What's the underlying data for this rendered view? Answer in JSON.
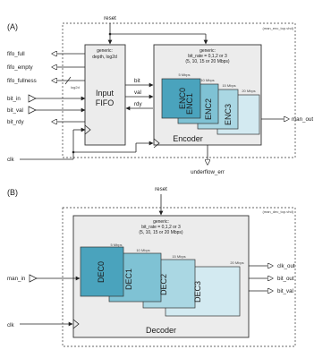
{
  "panel_a": {
    "tag": "(A)",
    "file_label": "(man_enc_top.vhd)",
    "reset": "reset",
    "clk": "clk",
    "left_ports": [
      "fifo_full",
      "fifo_empty",
      "fifo_fullness",
      "bit_in",
      "bit_val",
      "bit_rdy"
    ],
    "log2d": "log2d",
    "fifo_generic": "generic:",
    "fifo_generic_params": "depth, log2d",
    "fifo_line1": "Input",
    "fifo_line2": "FIFO",
    "mid_signals": [
      "bit",
      "val",
      "rdy"
    ],
    "enc_generic": "generic:",
    "enc_generic_line1": "bit_rate = 0,1,2 or 3",
    "enc_generic_line2": "(5, 10, 15 or 20 Mbps)",
    "rates": [
      "5 Mbps",
      "10 Mbps",
      "15 Mbps",
      "20 Mbps"
    ],
    "enc_cards": [
      "ENC0",
      "ENC1",
      "ENC2",
      "ENC3"
    ],
    "encoder_name": "Encoder",
    "output": "man_out",
    "underflow": "underflow_err"
  },
  "panel_b": {
    "tag": "(B)",
    "file_label": "(man_dec_top.vhd)",
    "reset": "reset",
    "clk": "clk",
    "input": "man_in",
    "dec_generic": "generic:",
    "dec_generic_line1": "bit_rate = 0,1,2 or 3",
    "dec_generic_line2": "(5, 10, 15 or 20 Mbps)",
    "rates": [
      "5 Mbps",
      "10 Mbps",
      "15 Mbps",
      "20 Mbps"
    ],
    "dec_cards": [
      "DEC0",
      "DEC1",
      "DEC2",
      "DEC3"
    ],
    "decoder_name": "Decoder",
    "outputs": [
      "clk_out",
      "bit_out",
      "bit_val"
    ]
  },
  "colors": {
    "module_fill": "#ececec",
    "card0": "#4aa3bd",
    "card1": "#7fc2d4",
    "card2": "#aad7e3",
    "card3": "#d3eaf1"
  }
}
